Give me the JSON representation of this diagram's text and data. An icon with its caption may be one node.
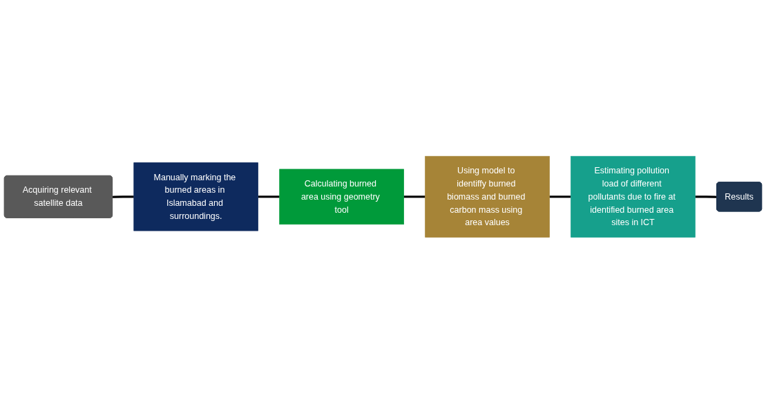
{
  "diagram": {
    "nodes": [
      {
        "text": [
          "Acquiring relevant satellite data"
        ]
      },
      {
        "text": [
          "Manually marking the burned areas in Islamabad and surroundings."
        ]
      },
      {
        "text": [
          "Calculating burned area using geometry tool"
        ]
      },
      {
        "text": [
          "Using model to identiffy burned biomass and burned carbon mass using area values"
        ]
      },
      {
        "text": [
          "Estimating pollution load of different pollutants due to fire at identified burned area sites in ICT"
        ]
      },
      {
        "text": [
          "Results"
        ]
      }
    ],
    "edges": [
      {
        "from": 0,
        "to": 1,
        "arrow": "none"
      },
      {
        "from": 1,
        "to": 2,
        "arrow": "none"
      },
      {
        "from": 2,
        "to": 3,
        "arrow": "none"
      },
      {
        "from": 3,
        "to": 4,
        "arrow": "none"
      },
      {
        "from": 4,
        "to": 5,
        "arrow": "none"
      }
    ]
  }
}
